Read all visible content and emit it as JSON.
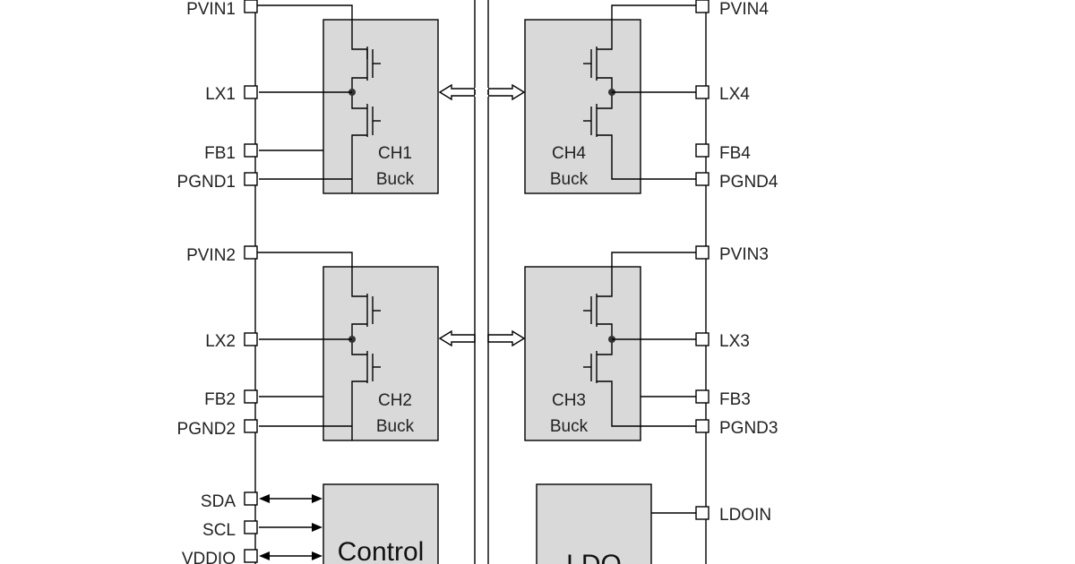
{
  "colors": {
    "block_fill": "#d9d9d9",
    "wire": "#000000",
    "background": "#ffffff"
  },
  "left_pins": [
    {
      "id": "pvin1",
      "label": "PVIN1"
    },
    {
      "id": "lx1",
      "label": "LX1"
    },
    {
      "id": "fb1",
      "label": "FB1"
    },
    {
      "id": "pgnd1",
      "label": "PGND1"
    },
    {
      "id": "pvin2",
      "label": "PVIN2"
    },
    {
      "id": "lx2",
      "label": "LX2"
    },
    {
      "id": "fb2",
      "label": "FB2"
    },
    {
      "id": "pgnd2",
      "label": "PGND2"
    },
    {
      "id": "sda",
      "label": "SDA"
    },
    {
      "id": "scl",
      "label": "SCL"
    },
    {
      "id": "vddio",
      "label": "VDDIO"
    }
  ],
  "right_pins": [
    {
      "id": "pvin4",
      "label": "PVIN4"
    },
    {
      "id": "lx4",
      "label": "LX4"
    },
    {
      "id": "fb4",
      "label": "FB4"
    },
    {
      "id": "pgnd4",
      "label": "PGND4"
    },
    {
      "id": "pvin3",
      "label": "PVIN3"
    },
    {
      "id": "lx3",
      "label": "LX3"
    },
    {
      "id": "fb3",
      "label": "FB3"
    },
    {
      "id": "pgnd3",
      "label": "PGND3"
    },
    {
      "id": "ldoin",
      "label": "LDOIN"
    }
  ],
  "blocks": {
    "ch1": {
      "line1": "CH1",
      "line2": "Buck"
    },
    "ch2": {
      "line1": "CH2",
      "line2": "Buck"
    },
    "ch3": {
      "line1": "CH3",
      "line2": "Buck"
    },
    "ch4": {
      "line1": "CH4",
      "line2": "Buck"
    },
    "control": {
      "label": "Control"
    },
    "ldo": {
      "label": "LDO"
    }
  }
}
